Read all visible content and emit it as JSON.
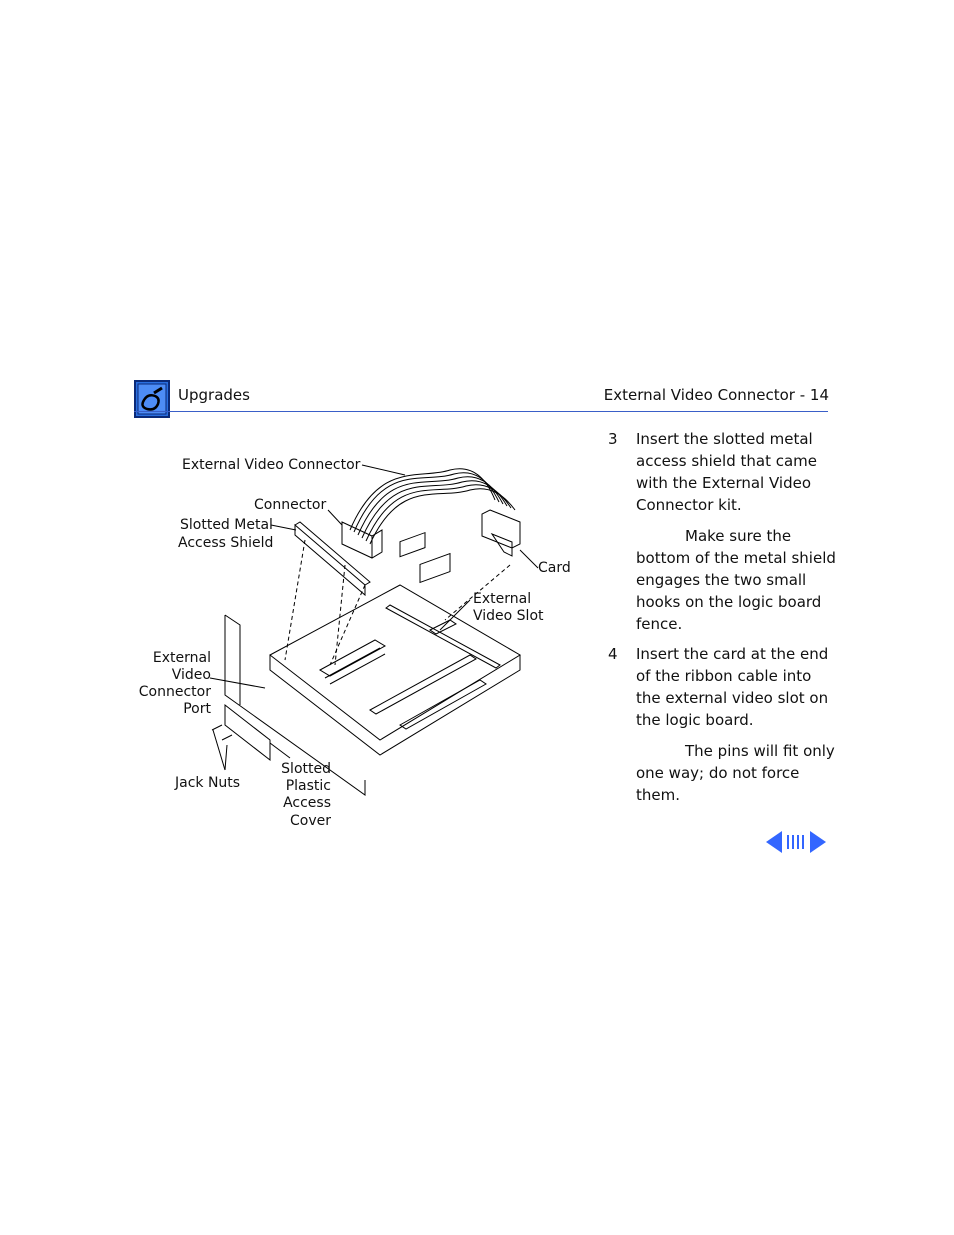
{
  "header": {
    "section": "Upgrades",
    "page_title": "External Video Connector - 14"
  },
  "figure": {
    "labels": {
      "external_video_connector": "External Video Connector",
      "connector": "Connector",
      "slotted_metal_access_shield": [
        "Slotted Metal",
        "Access Shield"
      ],
      "card": "Card",
      "external_video_slot": [
        "External",
        "Video Slot"
      ],
      "external_video_connector_port": [
        "External",
        "Video",
        "Connector",
        "Port"
      ],
      "jack_nuts": "Jack Nuts",
      "slotted_plastic_access_cover": [
        "Slotted",
        "Plastic",
        "Access",
        "Cover"
      ]
    }
  },
  "steps": [
    {
      "number": "3",
      "text": "Insert the slotted metal access shield that came with the External Video Connector kit.",
      "note": "Make sure the bottom of the metal shield engages the two small hooks on the logic board fence."
    },
    {
      "number": "4",
      "text": "Insert the card at the end of the ribbon cable into the external video slot on the logic board.",
      "note": "The pins will fit only one way; do not force them."
    }
  ],
  "colors": {
    "rule": "#3a5fc8",
    "nav_arrows": "#3366ff",
    "logo_bg": "#2a6fe0"
  },
  "icons": {
    "logo": "apple-service-logo-icon",
    "nav_prev": "left-arrow-icon",
    "nav_next": "right-arrow-icon"
  }
}
